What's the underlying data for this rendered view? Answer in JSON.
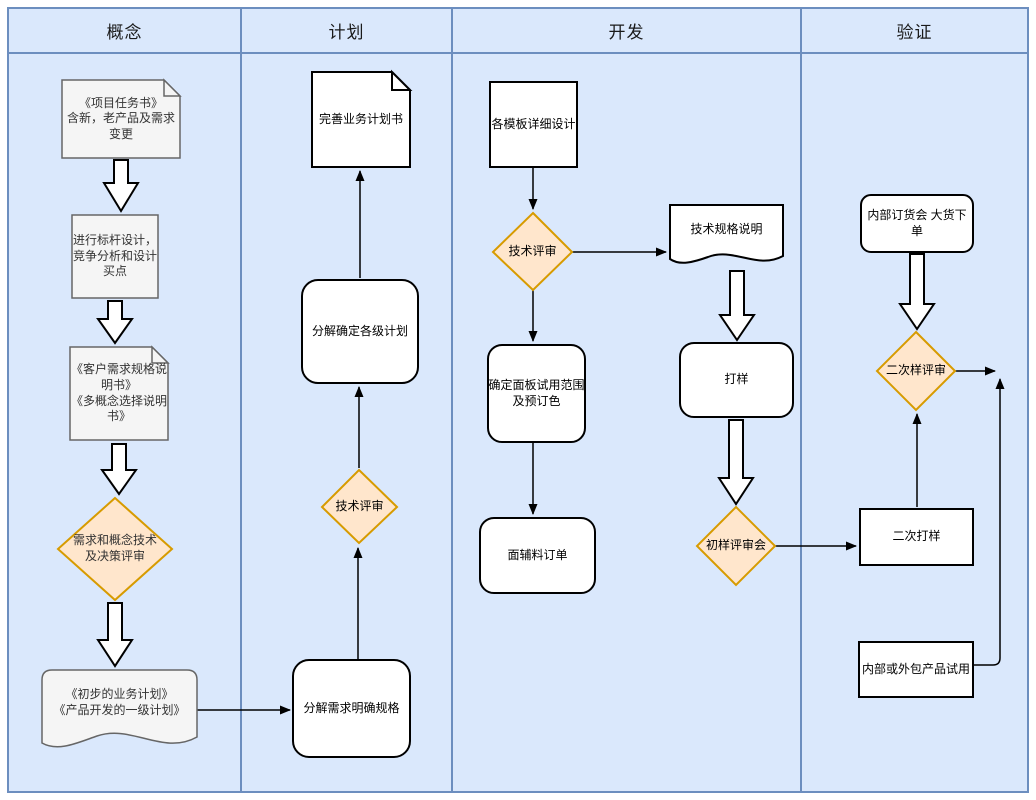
{
  "colors": {
    "lane_fill": "#dae8fc",
    "lane_border": "#6c8ebf",
    "gray_shape_fill": "#f5f5f5",
    "gray_shape_stroke": "#666666",
    "white_shape_fill": "#ffffff",
    "shape_stroke": "#000000",
    "decision_fill": "#ffe6cc",
    "decision_stroke": "#d79b00"
  },
  "lanes": [
    {
      "label": "概念"
    },
    {
      "label": "计划"
    },
    {
      "label": "开发"
    },
    {
      "label": "验证"
    }
  ],
  "nodes": {
    "project_brief": {
      "shape": "note",
      "label": "《项目任务书》\n含新，老产品及需求\n变更"
    },
    "benchmark_design": {
      "shape": "process",
      "label": "进行标杆设计，\n竞争分析和设计\n买点"
    },
    "customer_spec": {
      "shape": "note",
      "label": "《客户需求规格说\n明书》\n《多概念选择说明\n书》"
    },
    "concept_review": {
      "shape": "decision",
      "label": "需求和概念技术\n及决策评审"
    },
    "initial_plan": {
      "shape": "document",
      "label": "《初步的业务计划》\n《产品开发的一级计划》"
    },
    "refine_plan": {
      "shape": "note",
      "label": "完善业务计划书"
    },
    "decompose_plans": {
      "shape": "process",
      "label": "分解确定各级计划"
    },
    "tech_review_plan": {
      "shape": "decision",
      "label": "技术评审"
    },
    "decompose_requirements": {
      "shape": "process",
      "label": "分解需求明确规格"
    },
    "template_design": {
      "shape": "process",
      "label": "各模板详细设计"
    },
    "tech_review_dev": {
      "shape": "decision",
      "label": "技术评审"
    },
    "tech_spec": {
      "shape": "document",
      "label": "技术规格说明"
    },
    "sampling": {
      "shape": "process",
      "label": "打样"
    },
    "first_sample_review": {
      "shape": "decision",
      "label": "初样评审会"
    },
    "panel_scope": {
      "shape": "process",
      "label": "确定面板试用范围\n及预订色"
    },
    "fabric_order": {
      "shape": "process",
      "label": "面辅料订单"
    },
    "internal_order": {
      "shape": "process",
      "label": "内部订货会  大货下\n单"
    },
    "second_sample_review": {
      "shape": "decision",
      "label": "二次样评审"
    },
    "second_sampling": {
      "shape": "process",
      "label": "二次打样"
    },
    "product_trial": {
      "shape": "process",
      "label": "内部或外包产品试用"
    }
  }
}
